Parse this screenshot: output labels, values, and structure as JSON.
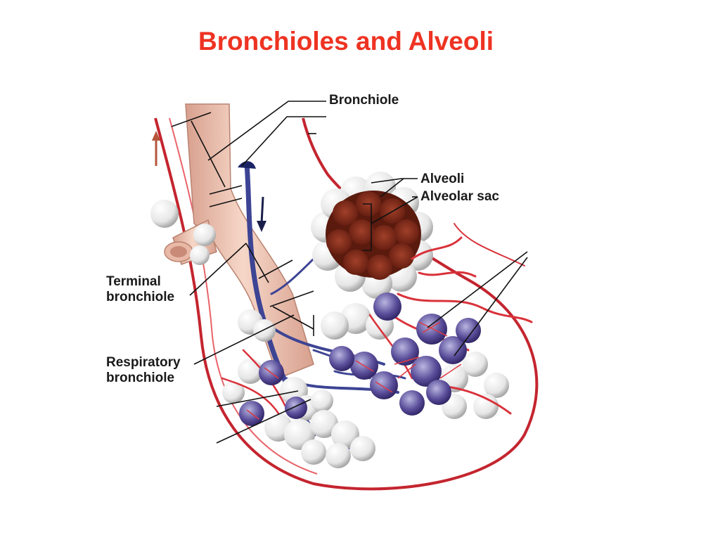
{
  "title": "Bronchioles and Alveoli",
  "labels": {
    "bronchiole": "Bronchiole",
    "alveoli": "Alveoli",
    "alveolar_sac": "Alveolar sac",
    "terminal_bronchiole": "Terminal\nbronchiole",
    "respiratory_bronchiole": "Respiratory\nbronchiole"
  },
  "colors": {
    "title": "#ee3322",
    "artery": "#d9323a",
    "vein": "#3a3f8f",
    "bronchus": "#efc6b4",
    "alveolus": "#f1f1f1",
    "sac_interior": "#7a2a1c"
  }
}
